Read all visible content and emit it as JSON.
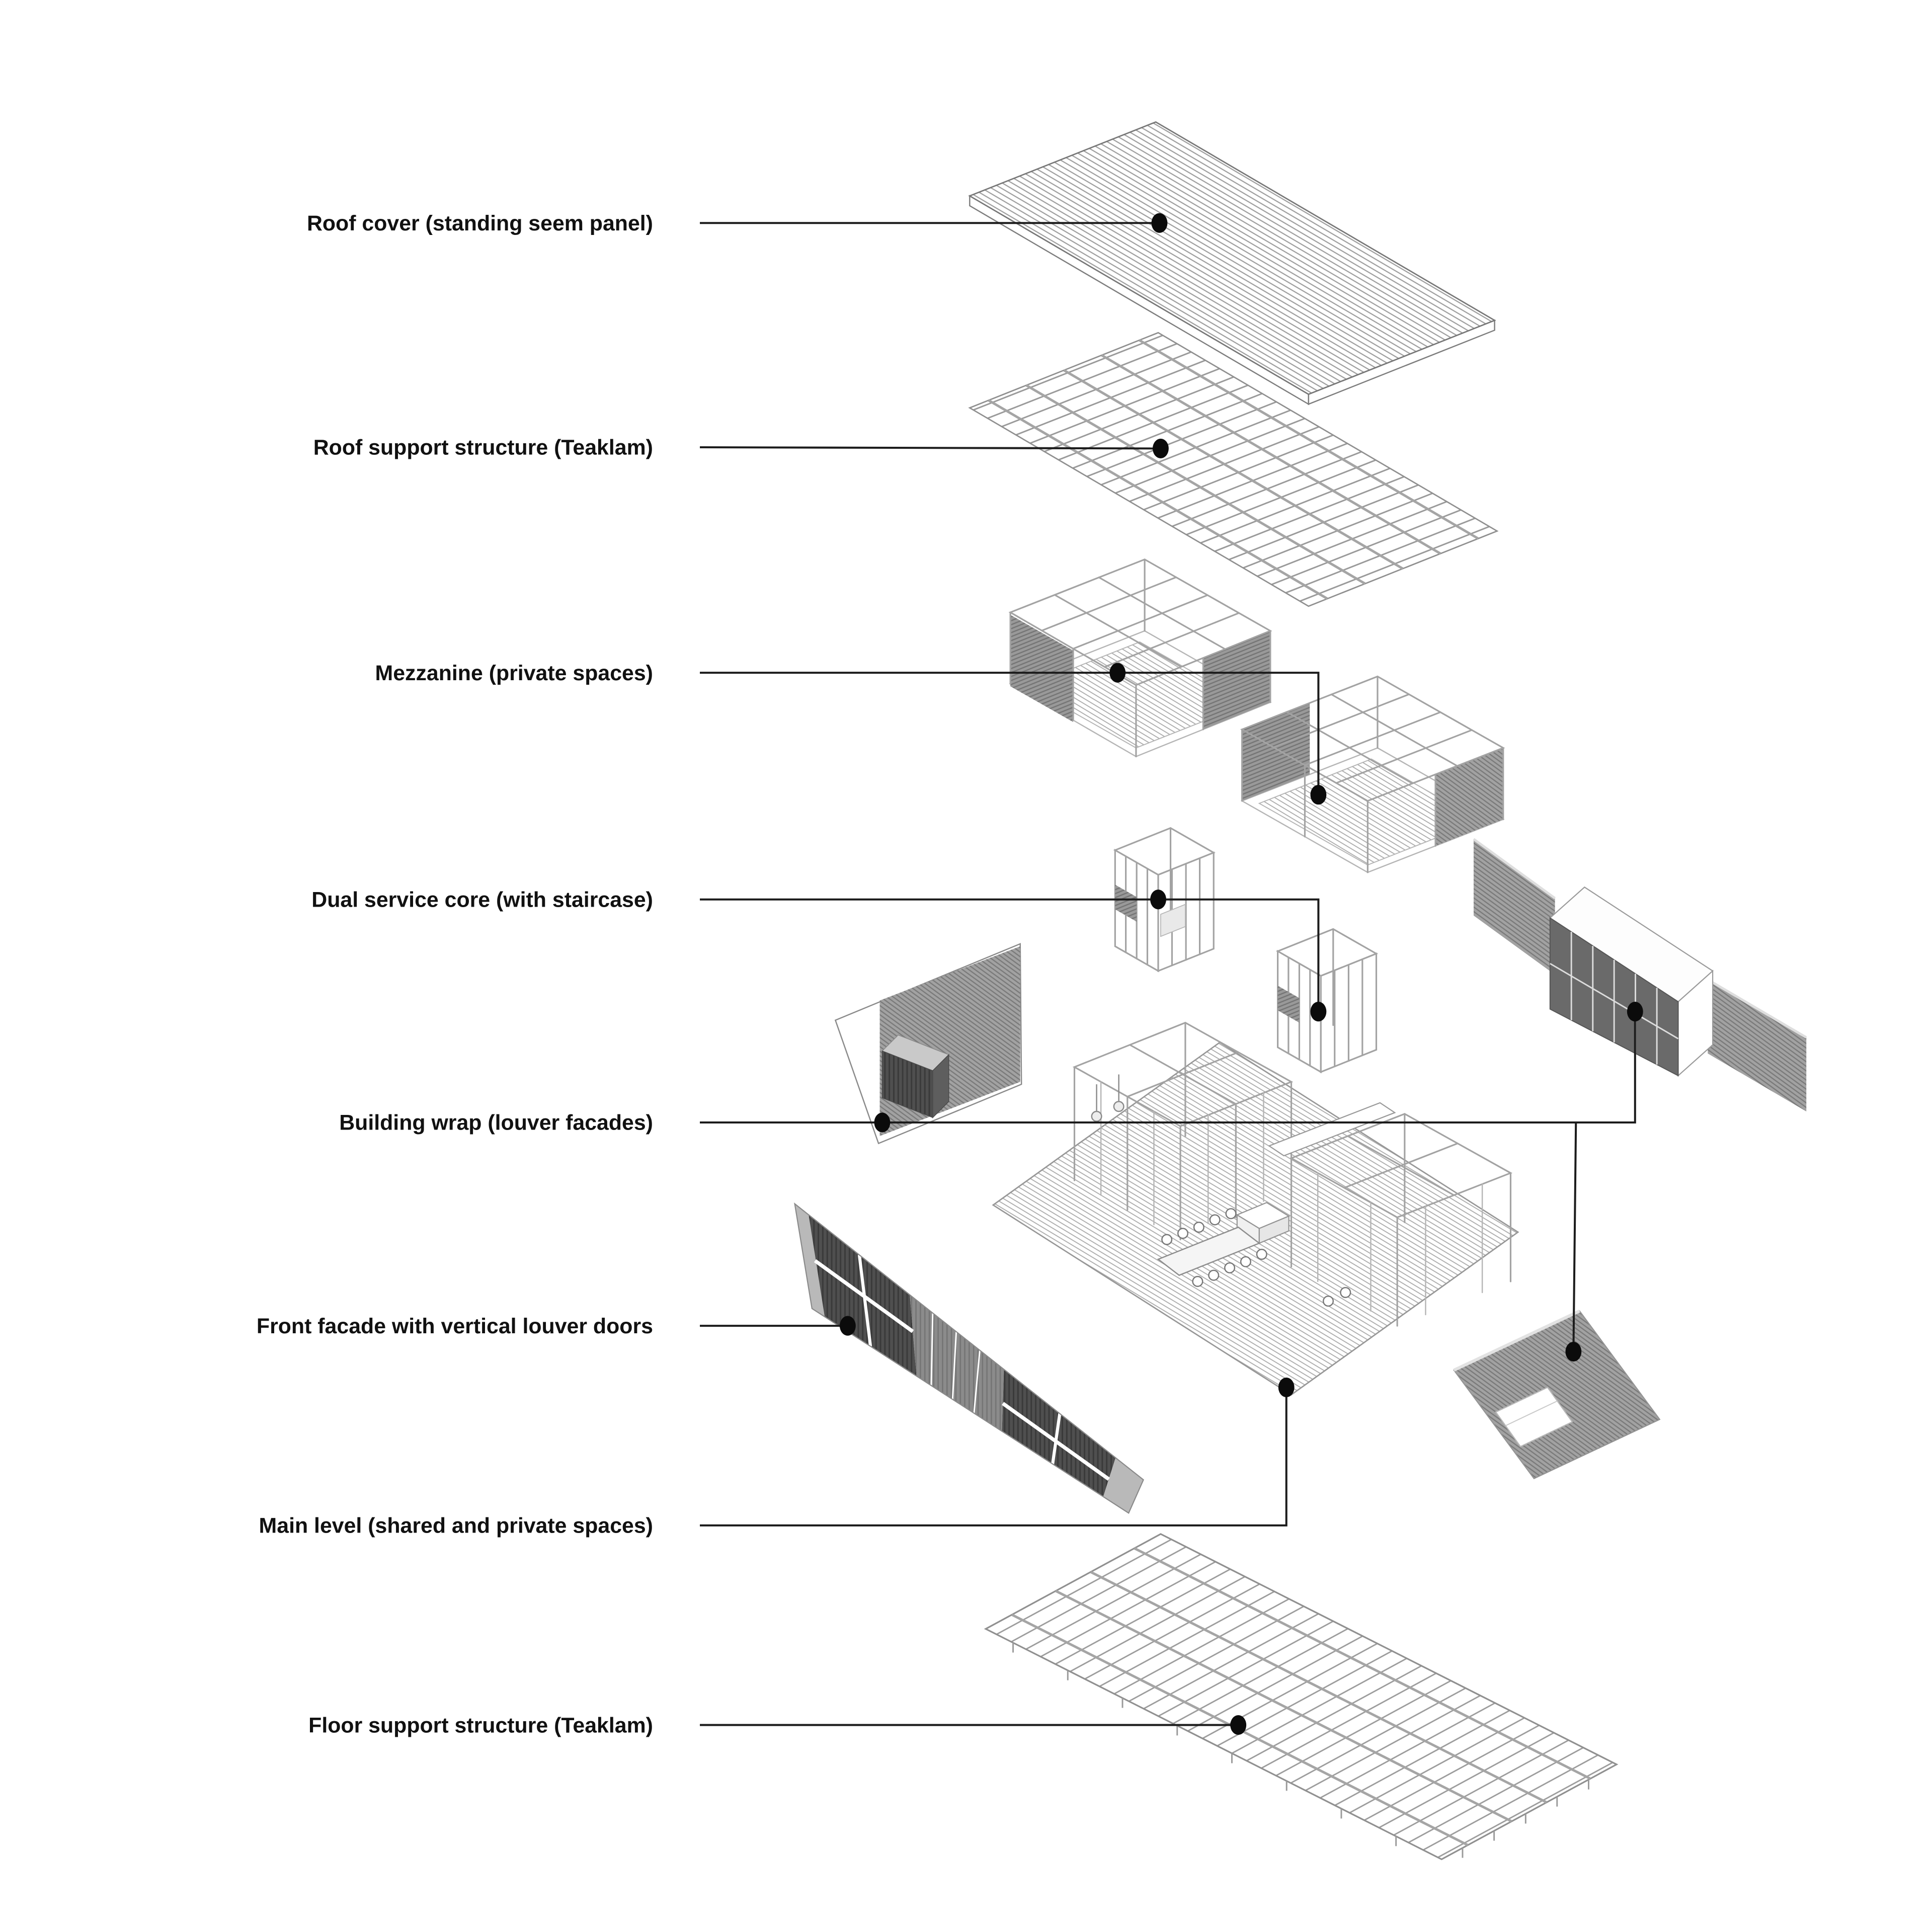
{
  "diagram": {
    "type": "exploded-axonometric-architecture-diagram",
    "labels": [
      {
        "id": "roof-cover",
        "text": "Roof cover (standing seem panel)"
      },
      {
        "id": "roof-support",
        "text": "Roof support structure (Teaklam)"
      },
      {
        "id": "mezzanine",
        "text": "Mezzanine (private spaces)"
      },
      {
        "id": "dual-service-core",
        "text": "Dual service core (with staircase)"
      },
      {
        "id": "building-wrap",
        "text": "Building wrap (louver facades)"
      },
      {
        "id": "front-facade",
        "text": "Front facade with vertical louver doors"
      },
      {
        "id": "main-level",
        "text": "Main level (shared and private spaces)"
      },
      {
        "id": "floor-support",
        "text": "Floor support structure (Teaklam)"
      }
    ],
    "callout_dot_count": 13,
    "colors": {
      "background": "#ffffff",
      "label_text": "#111111",
      "leader_line": "#1c1c1c",
      "callout_dot": "#0b0b0b",
      "structure_line": "#9a9a9a",
      "panel_gray": "#a2a2a2",
      "panel_dark": "#4f4f4f",
      "panel_mid": "#8b8b8b"
    }
  }
}
